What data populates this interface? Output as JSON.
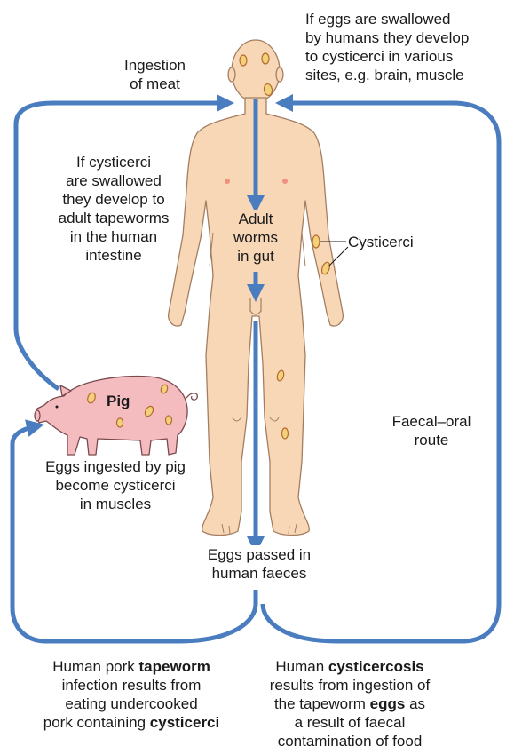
{
  "labels": {
    "ingestion_of_meat": [
      "Ingestion",
      "of meat"
    ],
    "eggs_swallowed": [
      "If eggs are swallowed",
      "by humans they develop",
      "to cysticerci in various",
      "sites, e.g. brain, muscle"
    ],
    "cysticerci_swallowed": [
      "If cysticerci",
      "are swallowed",
      "they develop to",
      "adult tapeworms",
      "in the human",
      "intestine"
    ],
    "adult_worms": [
      "Adult",
      "worms",
      "in gut"
    ],
    "cysticerci": "Cysticerci",
    "pig": "Pig",
    "eggs_ingested_by_pig": [
      "Eggs ingested by pig",
      "become cysticerci",
      "in muscles"
    ],
    "faecal_oral_route": [
      "Faecal–oral",
      "route"
    ],
    "eggs_passed": [
      "Eggs passed in",
      "human faeces"
    ],
    "tapeworm_infection": {
      "l1_pre": "Human pork ",
      "l1_bold": "tapeworm",
      "l2": "infection results from",
      "l3": "eating undercooked",
      "l4_pre": "pork containing ",
      "l4_bold": "cysticerci"
    },
    "cysticercosis": {
      "l1_pre": "Human ",
      "l1_bold": "cysticercosis",
      "l2": "results from ingestion of",
      "l3_pre": "the tapeworm ",
      "l3_bold": "eggs",
      "l3_post": " as",
      "l4": "a result of faecal",
      "l5": "contamination of food"
    }
  },
  "colors": {
    "arrow": "#4a7cc0",
    "skin": "#f8d7b7",
    "skin_outline": "#a37e62",
    "pig": "#f5bcc0",
    "pig_outline": "#7a4a4e",
    "cyst_fill": "#f3d17a",
    "cyst_outline": "#b46a2e",
    "text": "#1a1a1a"
  }
}
